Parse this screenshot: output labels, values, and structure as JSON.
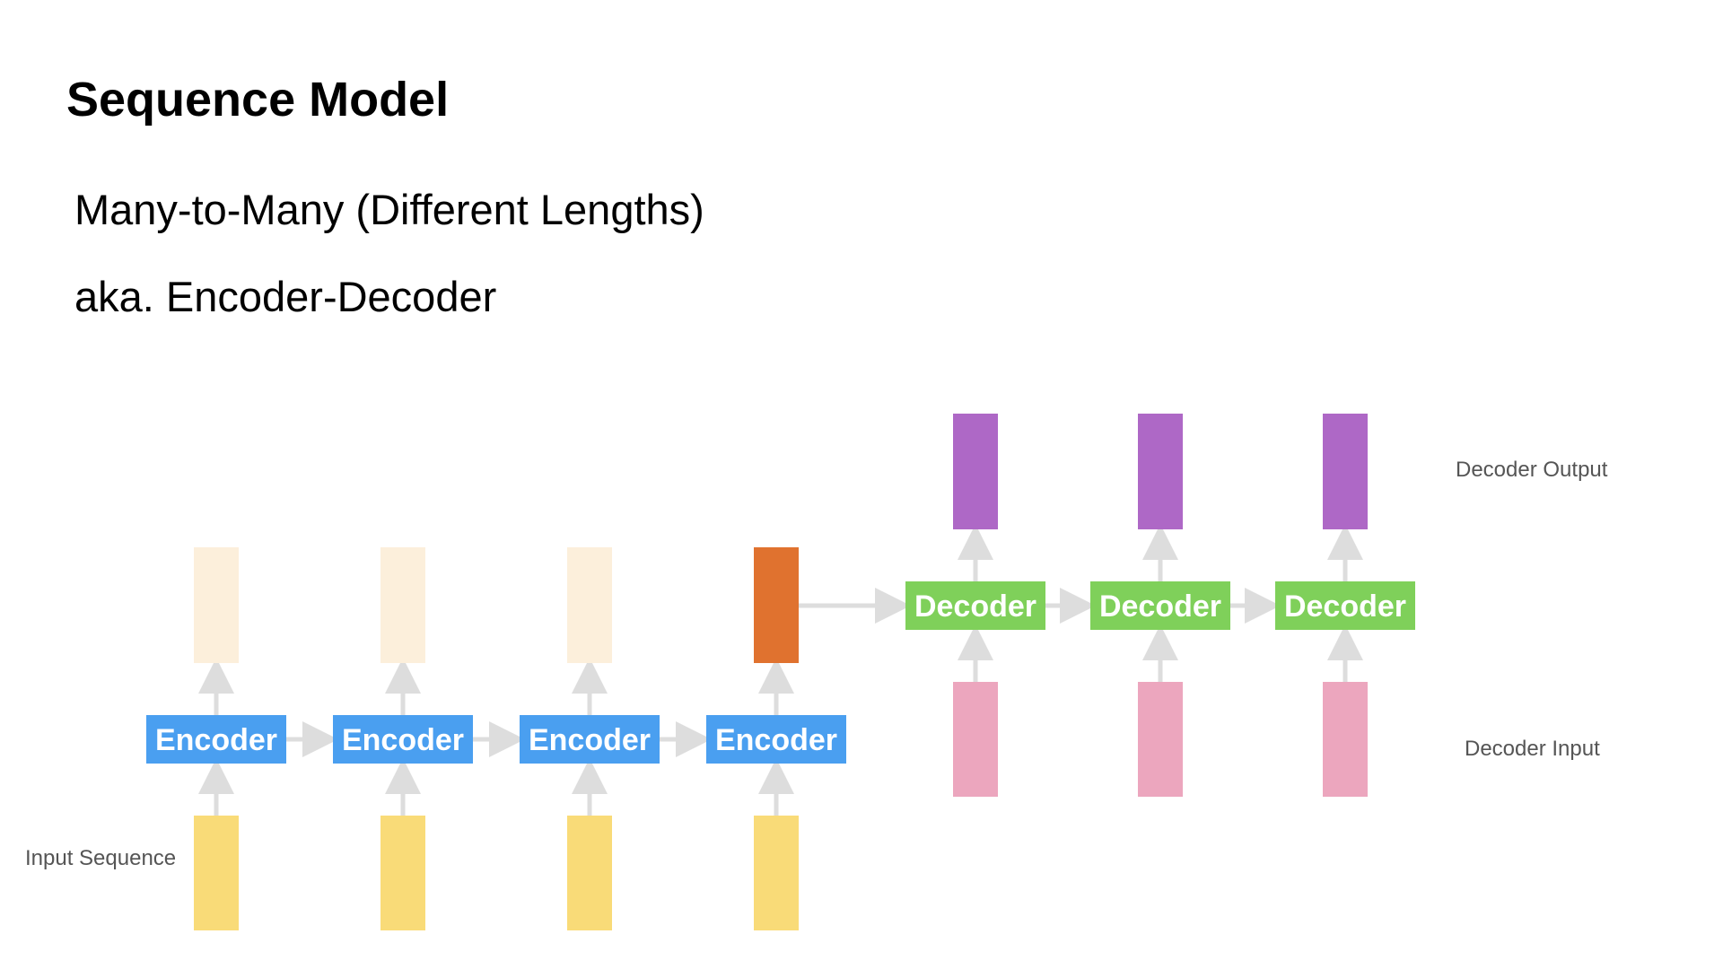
{
  "title": "Sequence Model",
  "subtitle_1": "Many-to-Many (Different Lengths)",
  "subtitle_2": "aka. Encoder-Decoder",
  "labels": {
    "input_sequence": "Input Sequence",
    "decoder_input": "Decoder Input",
    "decoder_output": "Decoder Output",
    "encoder": "Encoder",
    "decoder": "Decoder"
  },
  "encoder_count": 4,
  "decoder_count": 3,
  "colors": {
    "input": "#f9db78",
    "encoder_box": "#4a9ff0",
    "encoder_hidden_faded": "#fcefdb",
    "final_hidden": "#e0722f",
    "decoder_box": "#7fd05a",
    "decoder_input": "#eca6be",
    "decoder_output": "#ae68c6",
    "arrow": "#dddddd"
  }
}
